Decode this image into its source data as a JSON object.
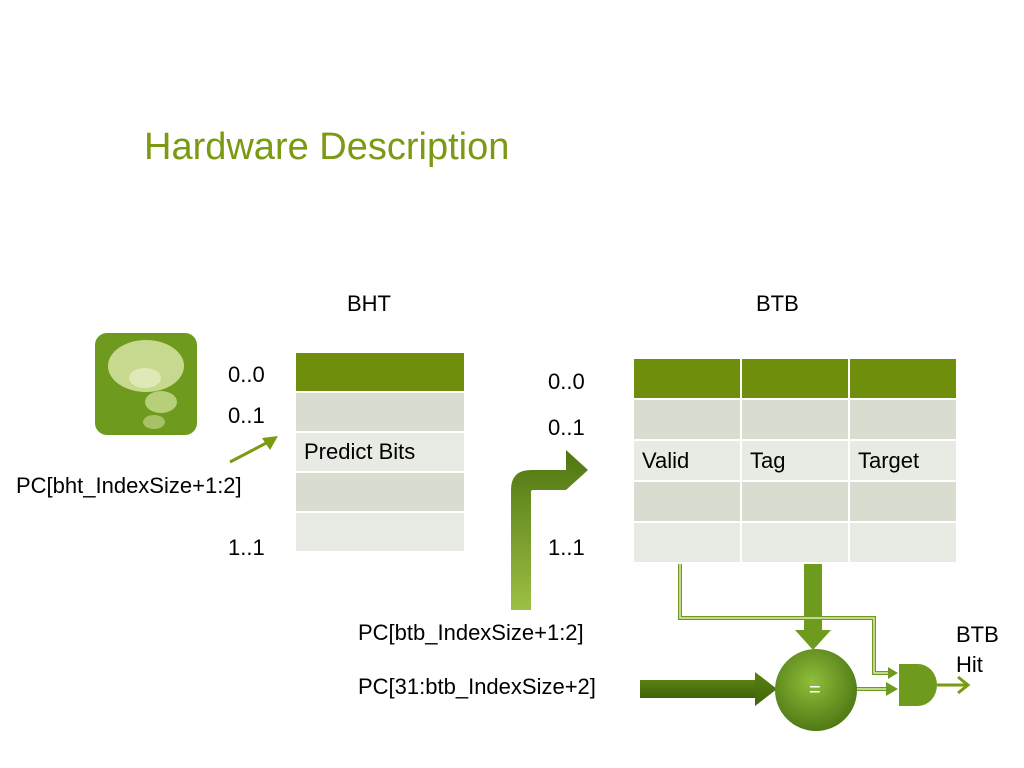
{
  "title": "Hardware Description",
  "bht": {
    "header": "BHT",
    "index_labels": {
      "first": "0..0",
      "second": "0..1",
      "last": "1..1"
    },
    "rows": [
      "",
      "",
      "Predict Bits",
      "",
      ""
    ],
    "pc_label": "PC[bht_IndexSize+1:2]"
  },
  "btb": {
    "header": "BTB",
    "index_labels": {
      "first": "0..0",
      "second": "0..1",
      "last": "1..1"
    },
    "columns": [
      "Valid",
      "Tag",
      "Target"
    ],
    "pc_index_label": "PC[btb_IndexSize+1:2]",
    "pc_tag_label": "PC[31:btb_IndexSize+2]"
  },
  "comparator": {
    "symbol": "="
  },
  "output": {
    "line1": "BTB",
    "line2": "Hit"
  },
  "colors": {
    "title": "#7a9a12",
    "accent": "#6e8e0c",
    "row_a": "#d8ddd0",
    "row_b": "#e8eae4"
  },
  "icons": {
    "logo": "speech-bubble-icon"
  }
}
